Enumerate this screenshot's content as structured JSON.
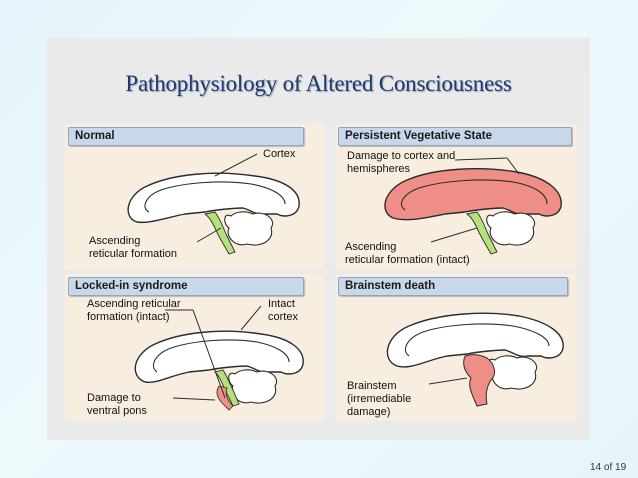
{
  "slide": {
    "title": "Pathophysiology of Altered Consciousness",
    "page_number": "14 of 19"
  },
  "panels": {
    "normal": {
      "header": "Normal",
      "cortex_label": "Cortex",
      "ascending_label_1": "Ascending",
      "ascending_label_2": "reticular formation"
    },
    "pvs": {
      "header": "Persistent Vegetative State",
      "damage_label_1": "Damage to cortex and",
      "damage_label_2": "hemispheres",
      "ascending_label_1": "Ascending",
      "ascending_label_2": "reticular formation (intact)"
    },
    "locked_in": {
      "header": "Locked-in syndrome",
      "ascending_label_1": "Ascending reticular",
      "ascending_label_2": "formation (intact)",
      "cortex_label_1": "Intact",
      "cortex_label_2": "cortex",
      "damage_label_1": "Damage to",
      "damage_label_2": "ventral pons"
    },
    "brainstem_death": {
      "header": "Brainstem death",
      "brainstem_label_1": "Brainstem",
      "brainstem_label_2": "(irremediable",
      "brainstem_label_3": "damage)"
    }
  },
  "colors": {
    "header_bg": "#c9d7ea",
    "panel_bg": "#f8eee0",
    "damage": "#ee8e86",
    "reticular": "#b6e07a",
    "title": "#1f3a6e"
  }
}
